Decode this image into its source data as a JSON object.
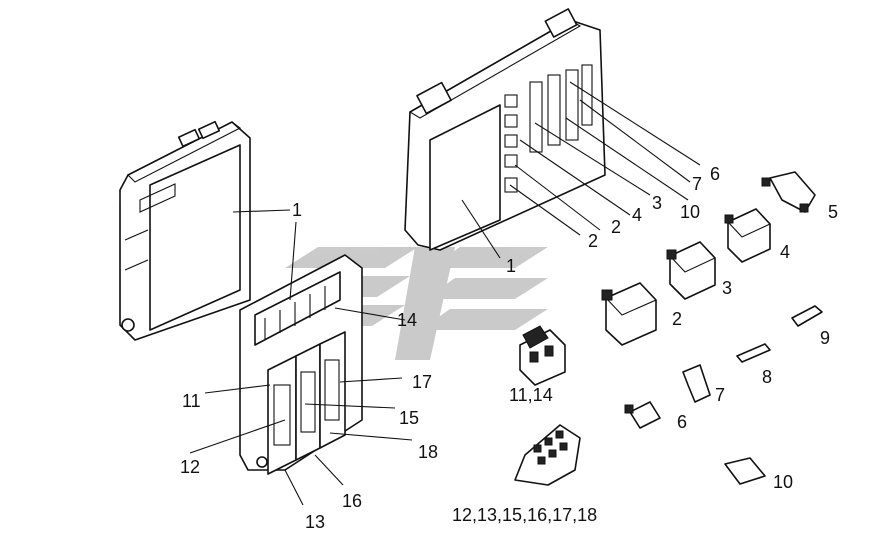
{
  "labels": [
    {
      "id": "l1a",
      "text": "1"
    },
    {
      "id": "l1b",
      "text": "1"
    },
    {
      "id": "l14a",
      "text": "14"
    },
    {
      "id": "l17",
      "text": "17"
    },
    {
      "id": "l11",
      "text": "11"
    },
    {
      "id": "l15",
      "text": "15"
    },
    {
      "id": "l12",
      "text": "12"
    },
    {
      "id": "l18",
      "text": "18"
    },
    {
      "id": "l16",
      "text": "16"
    },
    {
      "id": "l13",
      "text": "13"
    },
    {
      "id": "l6a",
      "text": "6"
    },
    {
      "id": "l7a",
      "text": "7"
    },
    {
      "id": "l10a",
      "text": "10"
    },
    {
      "id": "l3a",
      "text": "3"
    },
    {
      "id": "l4a",
      "text": "4"
    },
    {
      "id": "l2a",
      "text": "2"
    },
    {
      "id": "l2b",
      "text": "2"
    },
    {
      "id": "l5",
      "text": "5"
    },
    {
      "id": "l4b",
      "text": "4"
    },
    {
      "id": "l3b",
      "text": "3"
    },
    {
      "id": "l2c",
      "text": "2"
    },
    {
      "id": "l9",
      "text": "9"
    },
    {
      "id": "l8",
      "text": "8"
    },
    {
      "id": "l7b",
      "text": "7"
    },
    {
      "id": "l6b",
      "text": "6"
    },
    {
      "id": "l10b",
      "text": "10"
    },
    {
      "id": "l1114",
      "text": "11,14"
    },
    {
      "id": "lgroup",
      "text": "12,13,15,16,17,18"
    }
  ],
  "colors": {
    "line": "#111111",
    "watermark": "#b9b9b9",
    "background": "#ffffff"
  },
  "icons": [
    "fuse-box-cover-icon",
    "fuse-box-body-icon",
    "relay-icon",
    "fuse-icon",
    "fuse-puller-icon",
    "jumper-icon"
  ]
}
